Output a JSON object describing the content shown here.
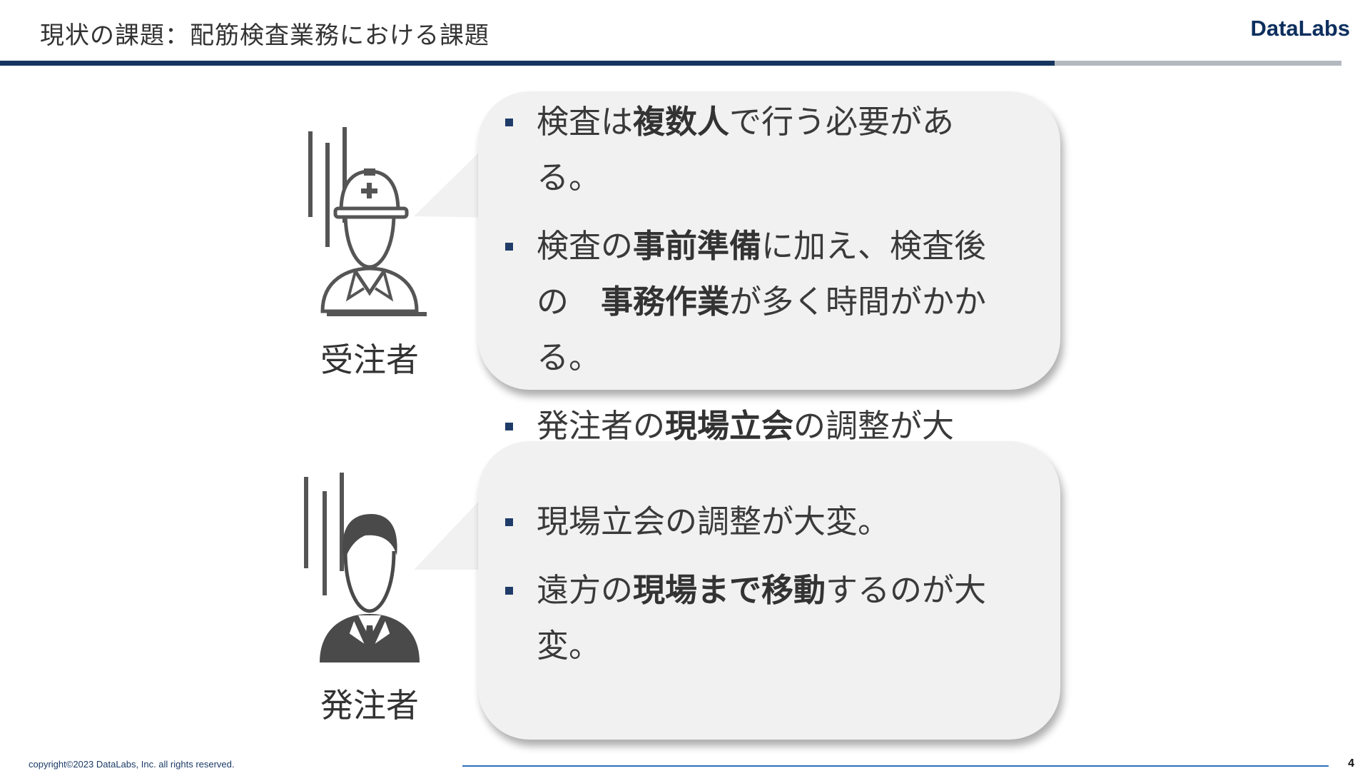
{
  "header": {
    "title": "現状の課題：配筋検査業務における課題",
    "logo_text": "DataLabs"
  },
  "colors": {
    "accent_dark": "#15355e",
    "accent_light": "#b4b9c0",
    "bubble_bg": "#f1f1f1",
    "bullet": "#1f3c69"
  },
  "contractor": {
    "label": "受注者",
    "icon": "construction-worker-icon",
    "items": [
      {
        "segments": [
          {
            "text": "検査は",
            "bold": false
          },
          {
            "text": "複数人",
            "bold": true
          },
          {
            "text": "で行う必要がある。",
            "bold": false
          }
        ]
      },
      {
        "segments": [
          {
            "text": "検査の",
            "bold": false
          },
          {
            "text": "事前準備",
            "bold": true
          },
          {
            "text": "に加え、検査後の　",
            "bold": false
          },
          {
            "text": "事務作業",
            "bold": true
          },
          {
            "text": "が多く時間がかかる。",
            "bold": false
          }
        ]
      },
      {
        "segments": [
          {
            "text": "発注者の",
            "bold": false
          },
          {
            "text": "現場立会",
            "bold": true
          },
          {
            "text": "の調整が大変。",
            "bold": false
          }
        ]
      }
    ]
  },
  "client": {
    "label": "発注者",
    "icon": "businessman-icon",
    "items": [
      {
        "segments": [
          {
            "text": "現場立会の調整が大変。",
            "bold": false
          }
        ]
      },
      {
        "segments": [
          {
            "text": "遠方の",
            "bold": false
          },
          {
            "text": "現場まで移動",
            "bold": true
          },
          {
            "text": "するのが大変。",
            "bold": false
          }
        ]
      }
    ]
  },
  "footer": {
    "copyright": "copyright©2023 DataLabs, Inc. all rights reserved.",
    "page_number": "4"
  }
}
